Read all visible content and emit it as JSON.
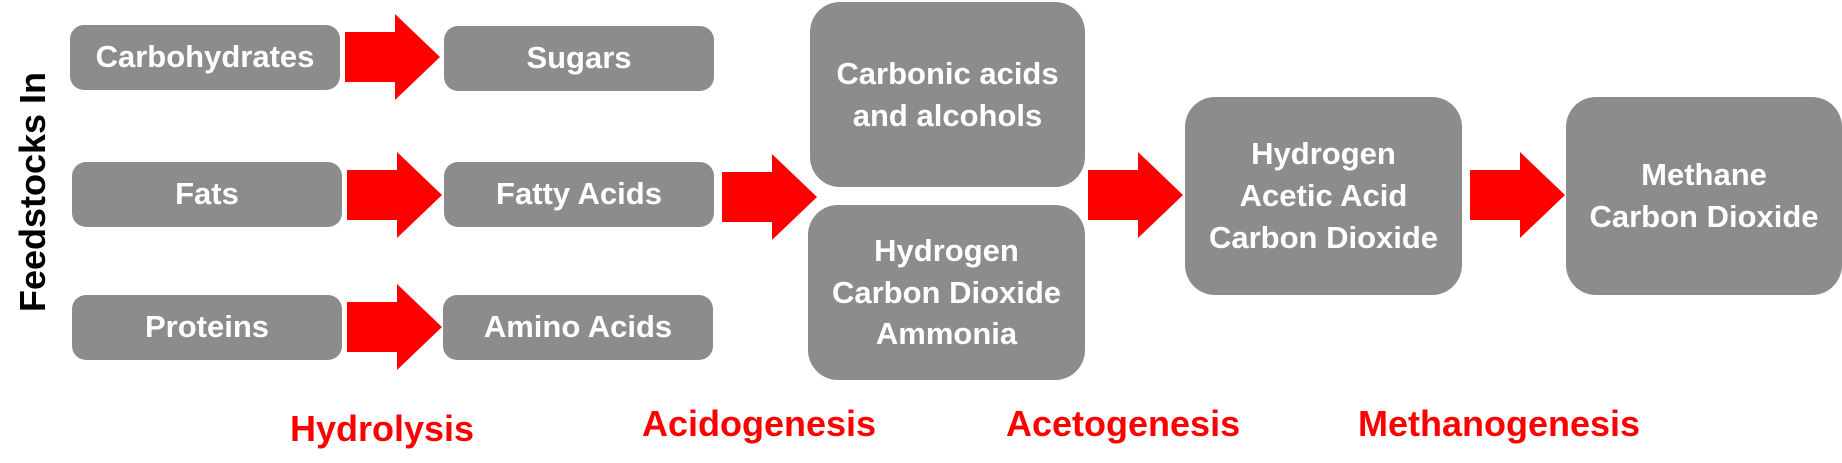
{
  "side_label": "Feedstocks In",
  "feedstocks": [
    {
      "label": "Carbohydrates",
      "product": "Sugars"
    },
    {
      "label": "Fats",
      "product": "Fatty Acids"
    },
    {
      "label": "Proteins",
      "product": "Amino Acids"
    }
  ],
  "acidogenesis_products": [
    "Carbonic acids\nand alcohols",
    "Hydrogen\nCarbon Dioxide\nAmmonia"
  ],
  "acetogenesis_products": "Hydrogen\nAcetic Acid\nCarbon Dioxide",
  "methanogenesis_products": "Methane\nCarbon Dioxide",
  "stages": [
    "Hydrolysis",
    "Acidogenesis",
    "Acetogenesis",
    "Methanogenesis"
  ],
  "colors": {
    "box": "#8c8c8c",
    "arrow": "#ff0000",
    "stage_text": "#ff0000"
  }
}
